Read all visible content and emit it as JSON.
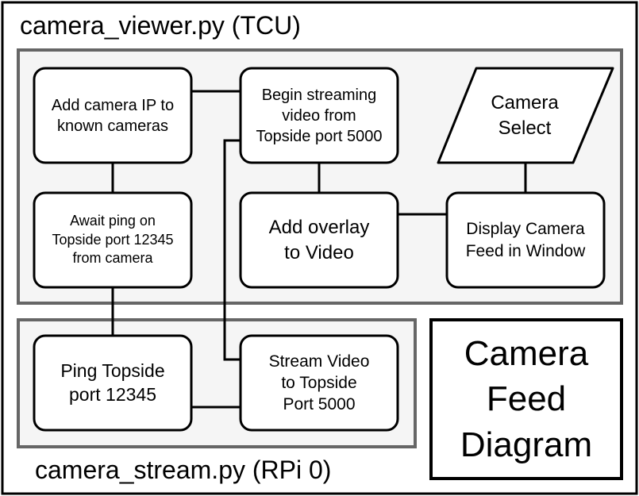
{
  "titles": {
    "viewer_group": "camera_viewer.py (TCU)",
    "stream_group": "camera_stream.py (RPi 0)",
    "legend": "Camera\nFeed\nDiagram"
  },
  "nodes": {
    "add_camera_ip": "Add camera IP to\nknown cameras",
    "begin_streaming": "Begin streaming\nvideo from\nTopside port 5000",
    "camera_select": "Camera\nSelect",
    "await_ping": "Await ping on\nTopside port 12345\nfrom camera",
    "add_overlay": "Add overlay\nto Video",
    "display_feed": "Display Camera\nFeed in Window",
    "ping_topside": "Ping Topside\nport 12345",
    "stream_video": "Stream Video\nto Topside\nPort 5000"
  },
  "colors": {
    "background": "#ffffff",
    "group_fill": "#f5f5f5",
    "group_stroke": "#666666",
    "node_stroke": "#000000"
  }
}
